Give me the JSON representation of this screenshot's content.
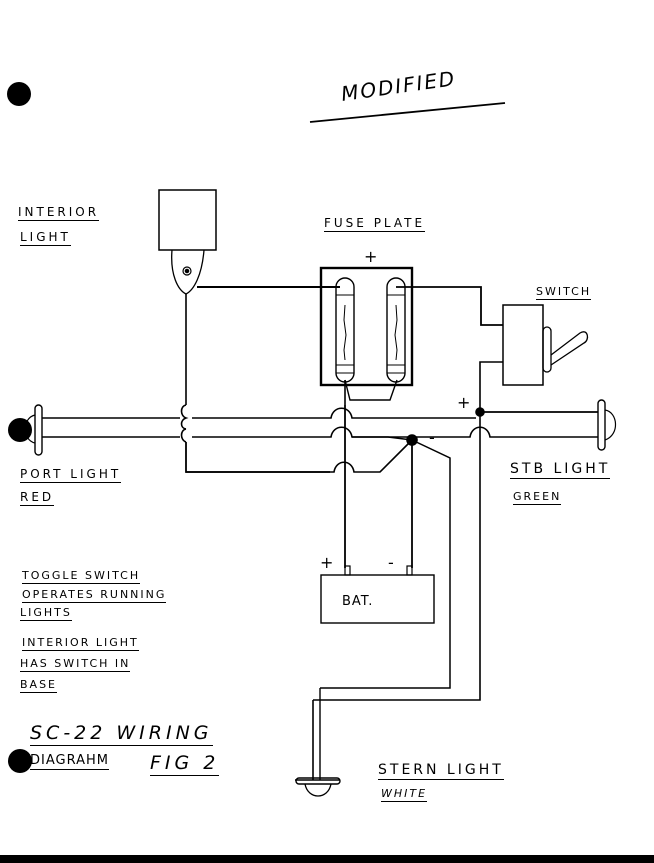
{
  "header": {
    "modified_note": "MODIFIED"
  },
  "components": {
    "interior_light": {
      "label_line1": "INTERIOR",
      "label_line2": "LIGHT",
      "switch_symbol": "⊙"
    },
    "fuse_plate": {
      "label": "FUSE PLATE",
      "polarity": "+"
    },
    "switch": {
      "label": "SWITCH"
    },
    "port_light": {
      "label": "PORT LIGHT",
      "color": "RED"
    },
    "stb_light": {
      "label": "STB LIGHT",
      "color": "GREEN",
      "polarity": "+"
    },
    "junction": {
      "polarity": "-"
    },
    "battery": {
      "label": "BAT.",
      "positive": "+",
      "negative": "-"
    },
    "stern_light": {
      "label": "STERN LIGHT",
      "color": "WHITE"
    }
  },
  "notes": {
    "toggle_note": [
      "TOGGLE SWITCH",
      "OPERATES RUNNING",
      "LIGHTS"
    ],
    "interior_note": [
      "INTERIOR LIGHT",
      "HAS SWITCH IN",
      "BASE"
    ]
  },
  "title_block": {
    "line1": "SC-22 WIRING",
    "line2": "DIAGRAHM",
    "figure": "FIG 2"
  },
  "colors": {
    "ink": "#000000",
    "paper": "#ffffff"
  }
}
